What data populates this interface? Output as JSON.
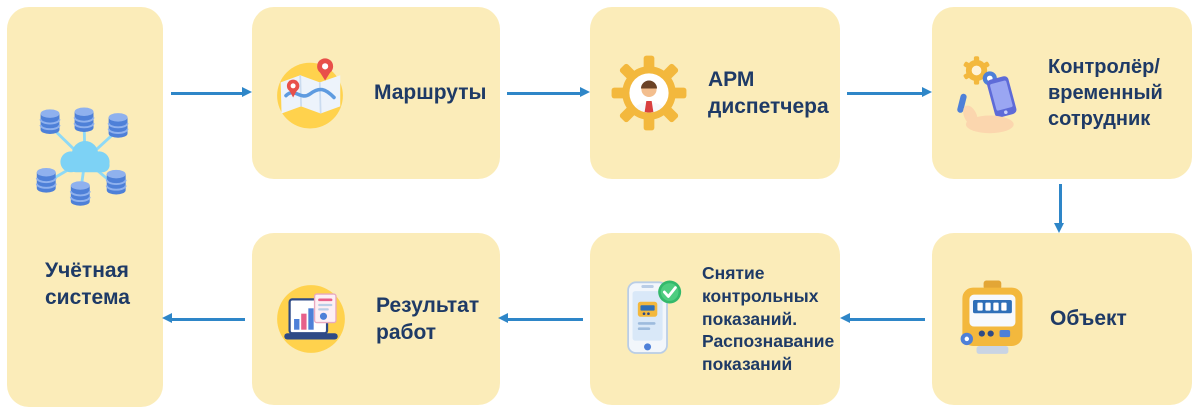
{
  "theme": {
    "card-bg": "#FBECB9",
    "text": "#1E3A66",
    "arrow": "#2E86C8"
  },
  "nodes": {
    "source": {
      "label": "Учётная система",
      "icon": "database-network-icon"
    },
    "routes": {
      "label": "Маршруты",
      "icon": "map-routes-icon"
    },
    "arm": {
      "label": "АРМ диспетчера",
      "icon": "gear-operator-icon"
    },
    "controller": {
      "lines": [
        "Контролёр/",
        "временный",
        "сотрудник"
      ],
      "icon": "hand-phone-icon"
    },
    "object": {
      "label": "Объект",
      "icon": "meter-icon"
    },
    "readings": {
      "label": "Снятие контрольных показаний. Распознавание показаний",
      "icon": "phone-check-icon"
    },
    "result": {
      "label": "Результат работ",
      "icon": "laptop-report-icon"
    }
  }
}
